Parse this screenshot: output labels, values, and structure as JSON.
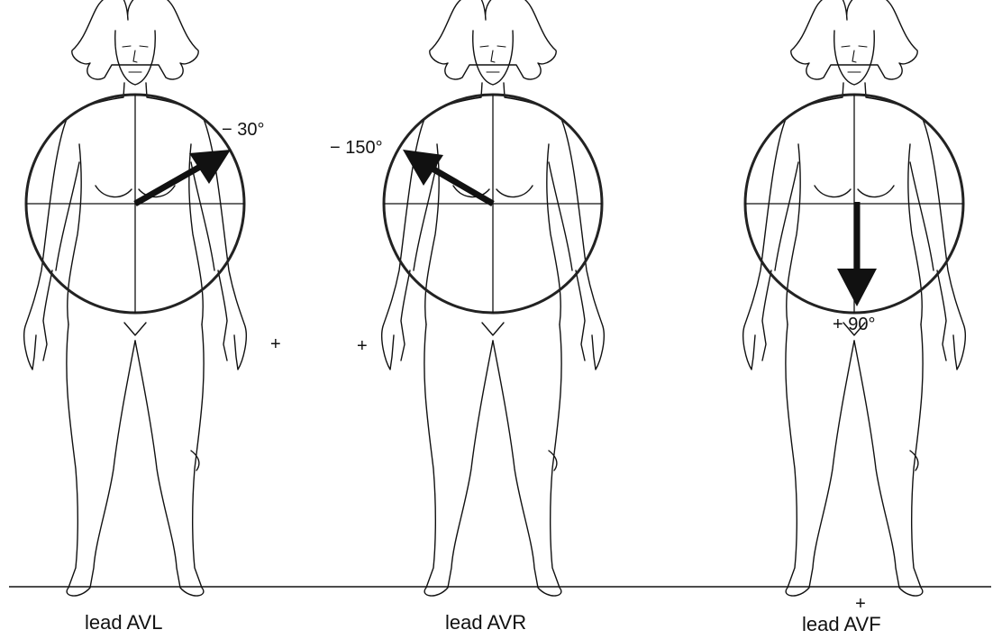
{
  "figures": [
    {
      "lead": "lead AVL",
      "angle_label": "− 30°",
      "angle_deg": -30,
      "plus": "+"
    },
    {
      "lead": "lead AVR",
      "angle_label": "− 150°",
      "angle_deg": -150,
      "plus": "+"
    },
    {
      "lead": "lead AVF",
      "angle_label": "+ 90°",
      "angle_deg": 90,
      "plus": "+"
    }
  ]
}
